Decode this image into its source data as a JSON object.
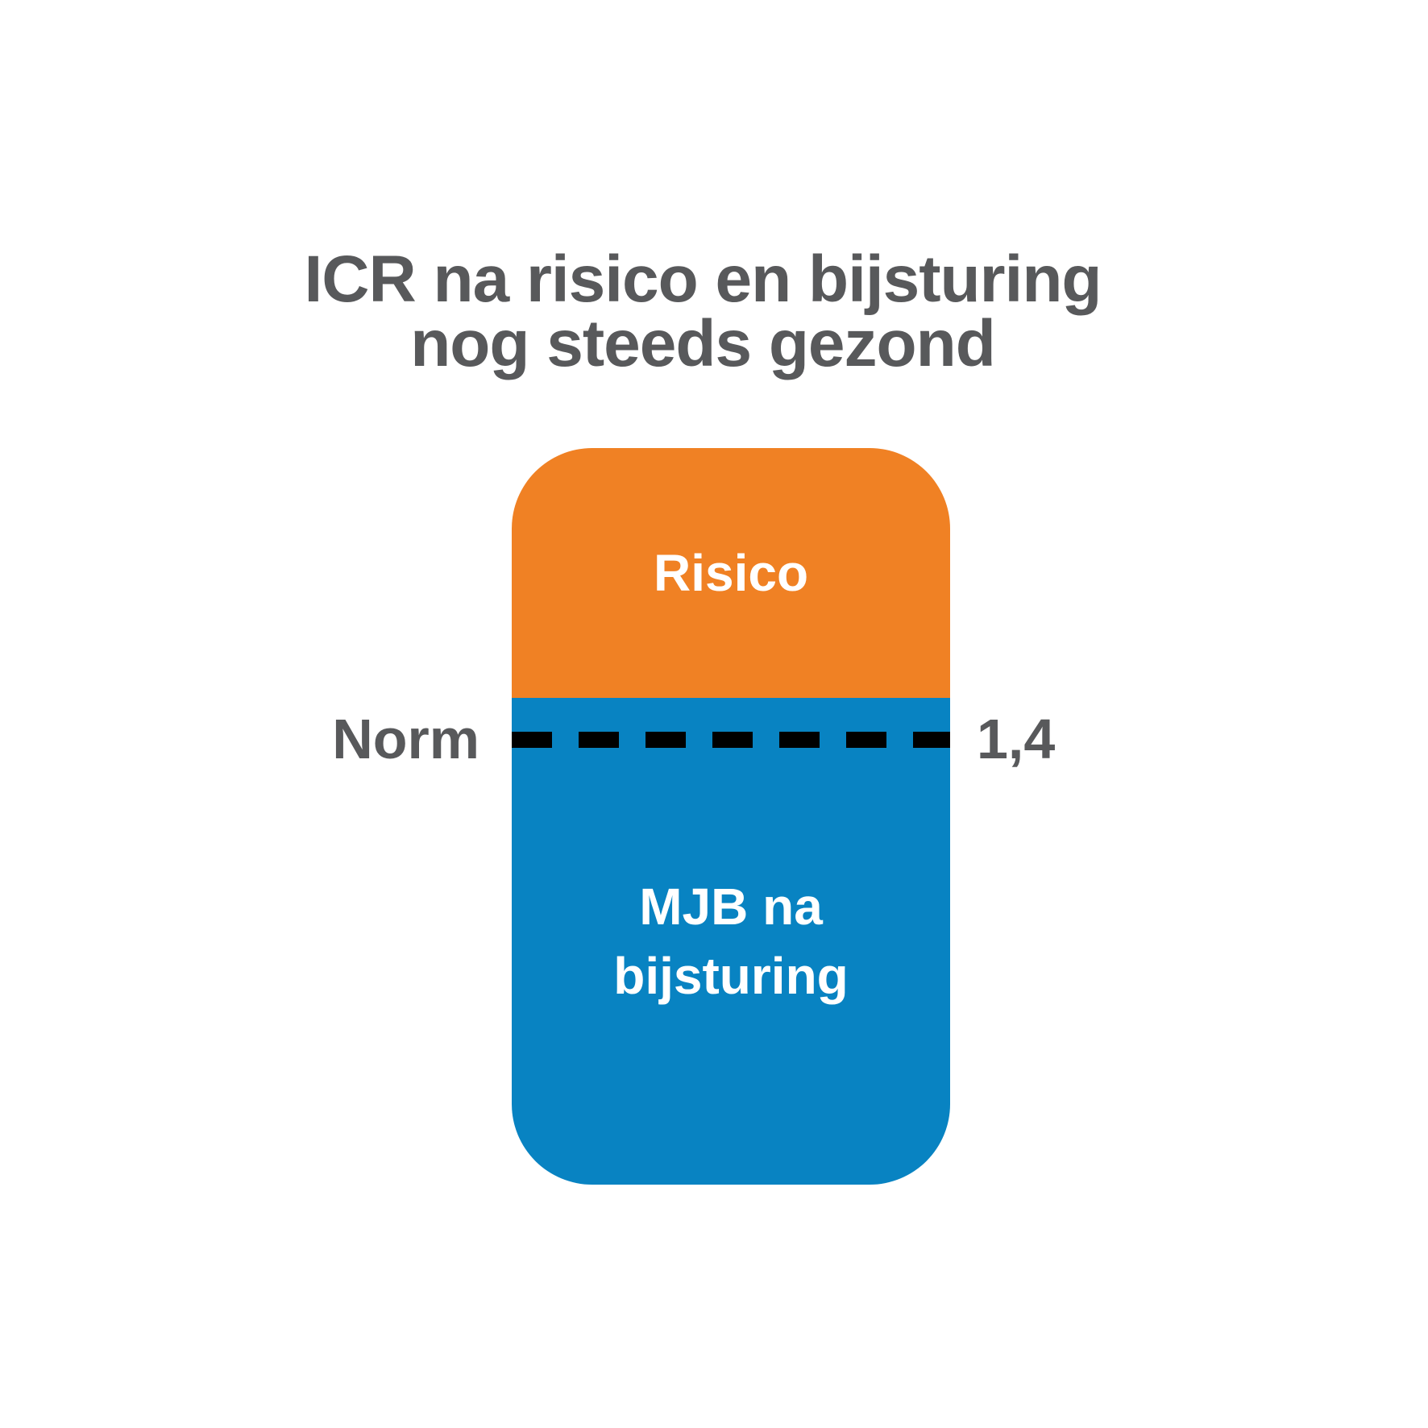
{
  "title": "ICR na risico en bijsturing\nnog steeds gezond",
  "bar": {
    "risico_label": "Risico",
    "mjb_label": "MJB na\nbijsturing"
  },
  "norm": {
    "label": "Norm",
    "value": "1,4"
  },
  "colors": {
    "orange": "#F08124",
    "blue": "#0883C2",
    "title_gray": "#58595B",
    "norm_line": "#000000",
    "bar_text": "#FFFFFF",
    "background": "#FFFFFF"
  },
  "chart_data": {
    "type": "bar",
    "stacked": true,
    "title": "ICR na risico en bijsturing nog steeds gezond",
    "categories": [
      "ICR"
    ],
    "series": [
      {
        "name": "MJB na bijsturing",
        "color": "#0883C2",
        "proportion_of_bar": 0.66,
        "position": "bottom"
      },
      {
        "name": "Risico",
        "color": "#F08124",
        "proportion_of_bar": 0.34,
        "position": "top"
      }
    ],
    "reference_line": {
      "label": "Norm",
      "value": "1,4",
      "style": "black dashed horizontal line",
      "position": "just below the boundary between the blue and orange segments"
    },
    "legend": "labels rendered inside segments",
    "axes": "none",
    "grid": false
  }
}
